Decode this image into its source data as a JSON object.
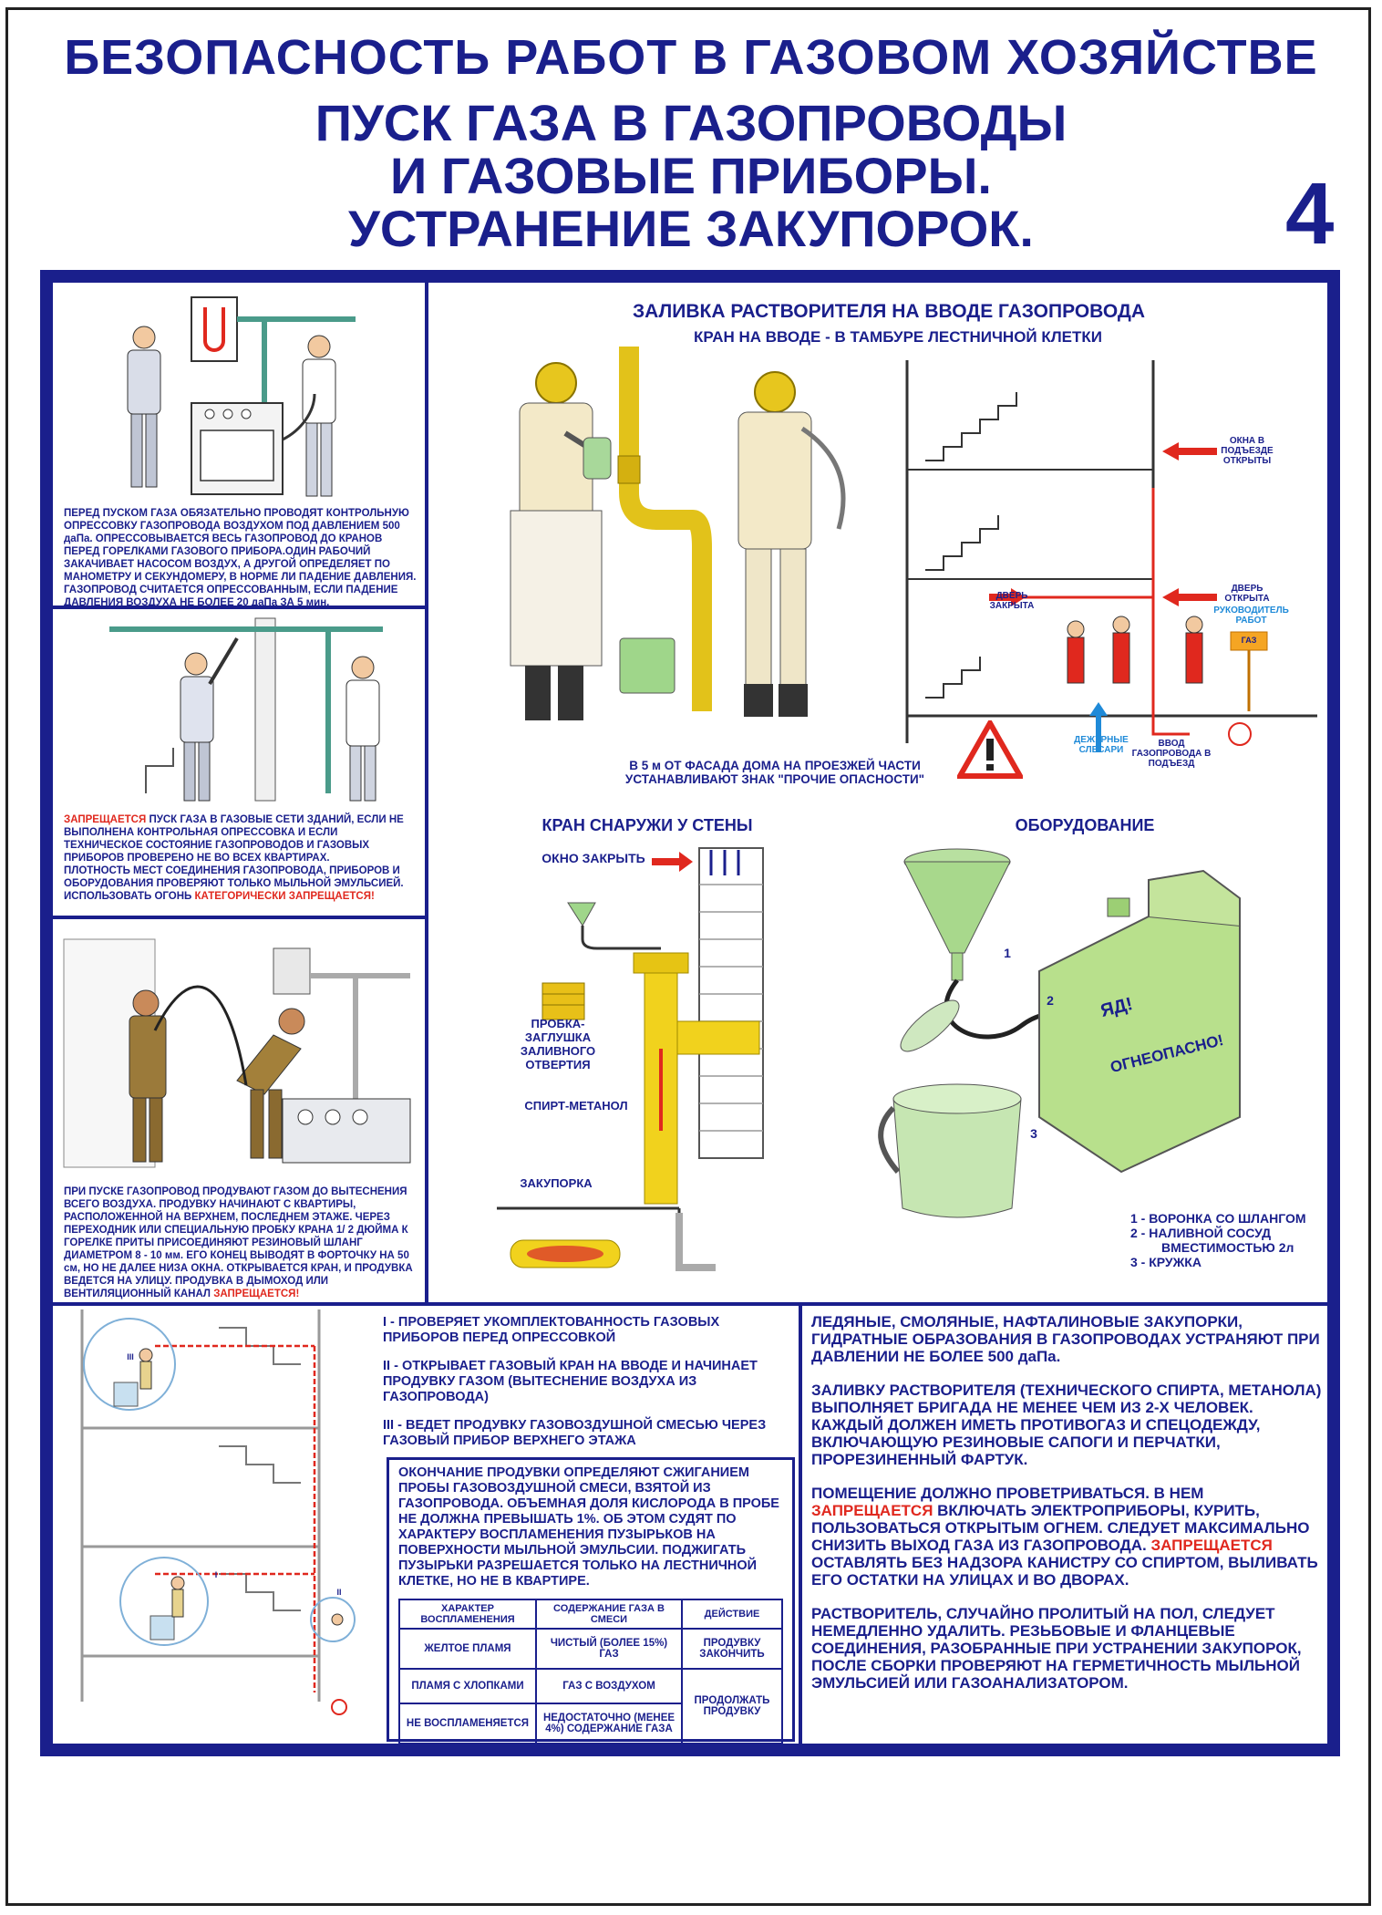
{
  "header": {
    "title1": "БЕЗОПАСНОСТЬ РАБОТ В ГАЗОВОМ ХОЗЯЙСТВЕ",
    "title2_line1": "ПУСК ГАЗА В ГАЗОПРОВОДЫ",
    "title2_line2": "И ГАЗОВЫЕ ПРИБОРЫ.",
    "title2_line3": "УСТРАНЕНИЕ ЗАКУПОРОК.",
    "poster_number": "4"
  },
  "panel1": {
    "text": "ПЕРЕД ПУСКОМ ГАЗА ОБЯЗАТЕЛЬНО ПРОВОДЯТ КОНТРОЛЬНУЮ ОПРЕССОВКУ ГАЗОПРОВОДА ВОЗДУХОМ ПОД ДАВЛЕНИЕМ 500 даПа. ОПРЕССОВЫВАЕТСЯ ВЕСЬ ГАЗОПРОВОД ДО КРАНОВ ПЕРЕД ГОРЕЛКАМИ ГАЗОВОГО ПРИБОРА.ОДИН РАБОЧИЙ ЗАКАЧИВАЕТ НАСОСОМ ВОЗДУХ, А ДРУГОЙ ОПРЕДЕЛЯЕТ ПО МАНОМЕТРУ И СЕКУНДОМЕРУ, В НОРМЕ ЛИ ПАДЕНИЕ ДАВЛЕНИЯ. ГАЗОПРОВОД СЧИТАЕТСЯ ОПРЕССОВАННЫМ, ЕСЛИ ПАДЕНИЕ ДАВЛЕНИЯ ВОЗДУХА НЕ БОЛЕЕ 20 даПа ЗА 5 мин."
  },
  "panel2": {
    "red1": "ЗАПРЕЩАЕТСЯ",
    "text1": " ПУСК ГАЗА В ГАЗОВЫЕ СЕТИ ЗДАНИЙ, ЕСЛИ НЕ ВЫПОЛНЕНА КОНТРОЛЬНАЯ ОПРЕССОВКА И ЕСЛИ ТЕХНИЧЕСКОЕ СОСТОЯНИЕ ГАЗОПРОВОДОВ И ГАЗОВЫХ ПРИБОРОВ ПРОВЕРЕНО НЕ ВО ВСЕХ КВАРТИРАХ.",
    "text2": "ПЛОТНОСТЬ МЕСТ СОЕДИНЕНИЯ ГАЗОПРОВОДА, ПРИБОРОВ И ОБОРУДОВАНИЯ ПРОВЕРЯЮТ ТОЛЬКО МЫЛЬНОЙ ЭМУЛЬСИЕЙ. ИСПОЛЬЗОВАТЬ ОГОНЬ ",
    "red2": "КАТЕГОРИЧЕСКИ ЗАПРЕЩАЕТСЯ!"
  },
  "panel3": {
    "text": "ПРИ ПУСКЕ ГАЗОПРОВОД ПРОДУВАЮТ ГАЗОМ ДО ВЫТЕСНЕНИЯ ВСЕГО ВОЗДУХА. ПРОДУВКУ НАЧИНАЮТ С КВАРТИРЫ, РАСПОЛОЖЕННОЙ НА ВЕРХНЕМ, ПОСЛЕДНЕМ ЭТАЖЕ. ЧЕРЕЗ ПЕРЕХОДНИК ИЛИ СПЕЦИАЛЬНУЮ ПРОБКУ КРАНА 1/ 2 ДЮЙМА К ГОРЕЛКЕ ПРИТЫ ПРИСОЕДИНЯЮТ РЕЗИНОВЫЙ ШЛАНГ ДИАМЕТРОМ 8 - 10 мм. ЕГО КОНЕЦ ВЫВОДЯТ В ФОРТОЧКУ НА 50 см, НО НЕ ДАЛЕЕ НИЗА ОКНА. ОТКРЫВАЕТСЯ КРАН, И ПРОДУВКА ВЕДЕТСЯ НА УЛИЦУ. ПРОДУВКА В ДЫМОХОД ИЛИ ВЕНТИЛЯЦИОННЫЙ КАНАЛ ",
    "red": "ЗАПРЕЩАЕТСЯ!"
  },
  "solvent": {
    "title": "ЗАЛИВКА РАСТВОРИТЕЛЯ НА ВВОДЕ ГАЗОПРОВОДА",
    "subtitle": "КРАН НА ВВОДЕ - В ТАМБУРЕ ЛЕСТНИЧНОЙ КЛЕТКИ",
    "windows_open": "ОКНА В ПОДЪЕЗДЕ ОТКРЫТЫ",
    "door_closed": "ДВЕРЬ ЗАКРЫТА",
    "door_open": "ДВЕРЬ ОТКРЫТА",
    "supervisor": "РУКОВОДИТЕЛЬ РАБОТ",
    "gas_sign": "ГАЗ",
    "duty_fitters": "ДЕЖУРНЫЕ СЛЕСАРИ",
    "gas_inlet": "ВВОД ГАЗОПРОВОДА В ПОДЪЕЗД",
    "sign_note": "В 5 м ОТ ФАСАДА ДОМА НА ПРОЕЗЖЕЙ ЧАСТИ УСТАНАВЛИВАЮТ ЗНАК \"ПРОЧИЕ ОПАСНОСТИ\""
  },
  "outside": {
    "title": "КРАН СНАРУЖИ У СТЕНЫ",
    "window_closed": "ОКНО ЗАКРЫТЬ",
    "plug": "ПРОБКА-ЗАГЛУШКА ЗАЛИВНОГО ОТВЕРТИЯ",
    "alcohol": "СПИРТ-МЕТАНОЛ",
    "blockage": "ЗАКУПОРКА"
  },
  "equipment": {
    "title": "ОБОРУДОВАНИЕ",
    "canister_line1": "ЯД!",
    "canister_line2": "ОГНЕОПАСНО!",
    "n1": "1",
    "n2": "2",
    "n3": "3",
    "legend1": "1 - ВОРОНКА СО ШЛАНГОМ",
    "legend2": "2 - НАЛИВНОЙ СОСУД",
    "legend2b": "ВМЕСТИМОСТЬЮ 2л",
    "legend3": "3 - КРУЖКА"
  },
  "diagram": {
    "r1": "III",
    "r2": "II",
    "r3": "I"
  },
  "steps": {
    "s1": "I - ПРОВЕРЯЕТ УКОМПЛЕКТОВАННОСТЬ ГАЗОВЫХ ПРИБОРОВ ПЕРЕД ОПРЕССОВКОЙ",
    "s2": "II - ОТКРЫВАЕТ ГАЗОВЫЙ КРАН НА ВВОДЕ И НАЧИНАЕТ ПРОДУВКУ ГАЗОМ (ВЫТЕСНЕНИЕ ВОЗДУХА ИЗ ГАЗОПРОВОДА)",
    "s3": "III - ВЕДЕТ ПРОДУВКУ ГАЗОВОЗДУШНОЙ СМЕСЬЮ ЧЕРЕЗ ГАЗОВЫЙ ПРИБОР ВЕРХНЕГО ЭТАЖА",
    "finish": "ОКОНЧАНИЕ ПРОДУВКИ ОПРЕДЕЛЯЮТ СЖИГАНИЕМ ПРОБЫ ГАЗОВОЗДУШНОЙ СМЕСИ, ВЗЯТОЙ ИЗ ГАЗОПРОВОДА. ОБЪЕМНАЯ ДОЛЯ КИСЛОРОДА В ПРОБЕ НЕ ДОЛЖНА ПРЕВЫШАТЬ 1%. ОБ ЭТОМ СУДЯТ ПО ХАРАКТЕРУ ВОСПЛАМЕНЕНИЯ ПУЗЫРЬКОВ НА ПОВЕРХНОСТИ МЫЛЬНОЙ ЭМУЛЬСИИ. ПОДЖИГАТЬ ПУЗЫРЬКИ РАЗРЕШАЕТСЯ ТОЛЬКО НА ЛЕСТНИЧНОЙ КЛЕТКЕ, НО НЕ В КВАРТИРЕ."
  },
  "table": {
    "h1": "ХАРАКТЕР ВОСПЛАМЕНЕНИЯ",
    "h2": "СОДЕРЖАНИЕ ГАЗА В СМЕСИ",
    "h3": "ДЕЙСТВИЕ",
    "r1c1": "ЖЕЛТОЕ ПЛАМЯ",
    "r1c2": "ЧИСТЫЙ (БОЛЕЕ 15%) ГАЗ",
    "r1c3": "ПРОДУВКУ ЗАКОНЧИТЬ",
    "r2c1": "ПЛАМЯ С ХЛОПКАМИ",
    "r2c2": "ГАЗ С ВОЗДУХОМ",
    "r23c3": "ПРОДОЛЖАТЬ ПРОДУВКУ",
    "r3c1": "НЕ ВОСПЛАМЕНЯЕТСЯ",
    "r3c2": "НЕДОСТАТОЧНО (МЕНЕЕ 4%) СОДЕРЖАНИЕ ГАЗА"
  },
  "right_text": {
    "p1": "ЛЕДЯНЫЕ, СМОЛЯНЫЕ, НАФТАЛИНОВЫЕ ЗАКУПОРКИ, ГИДРАТНЫЕ ОБРАЗОВАНИЯ В ГАЗОПРОВОДАХ  УСТРАНЯЮТ ПРИ ДАВЛЕНИИ НЕ БОЛЕЕ 500 даПа.",
    "p2": "ЗАЛИВКУ РАСТВОРИТЕЛЯ (ТЕХНИЧЕСКОГО СПИРТА, МЕТАНОЛА) ВЫПОЛНЯЕТ БРИГАДА НЕ МЕНЕЕ ЧЕМ ИЗ 2-Х ЧЕЛОВЕК. КАЖДЫЙ ДОЛЖЕН ИМЕТЬ ПРОТИВОГАЗ И СПЕЦОДЕЖДУ, ВКЛЮЧАЮЩУЮ РЕЗИНОВЫЕ САПОГИ И ПЕРЧАТКИ, ПРОРЕЗИНЕННЫЙ ФАРТУК.",
    "p3a": "ПОМЕЩЕНИЕ  ДОЛЖНО ПРОВЕТРИВАТЬСЯ. В НЕМ ",
    "p3red1": "ЗАПРЕЩАЕТСЯ",
    "p3b": "  ВКЛЮЧАТЬ ЭЛЕКТРОПРИБОРЫ, КУРИТЬ, ПОЛЬЗОВАТЬСЯ  ОТКРЫТЫМ ОГНЕМ. СЛЕДУЕТ МАКСИМАЛЬНО СНИЗИТЬ  ВЫХОД ГАЗА ИЗ ГАЗОПРОВОДА. ",
    "p3red2": "ЗАПРЕЩАЕТСЯ",
    "p3c": "  ОСТАВЛЯТЬ БЕЗ НАДЗОРА КАНИСТРУ СО СПИРТОМ,  ВЫЛИВАТЬ ЕГО ОСТАТКИ НА УЛИЦАХ И ВО ДВОРАХ.",
    "p4": "РАСТВОРИТЕЛЬ, СЛУЧАЙНО ПРОЛИТЫЙ НА ПОЛ,  СЛЕДУЕТ НЕМЕДЛЕННО УДАЛИТЬ. РЕЗЬБОВЫЕ И  ФЛАНЦЕВЫЕ СОЕДИНЕНИЯ, РАЗОБРАННЫЕ ПРИ  УСТРАНЕНИИ ЗАКУПОРОК, ПОСЛЕ СБОРКИ ПРОВЕРЯЮТ НА ГЕРМЕТИЧНОСТЬ МЫЛЬНОЙ ЭМУЛЬСИЕЙ ИЛИ ГАЗОАНАЛИЗАТОРОМ."
  }
}
